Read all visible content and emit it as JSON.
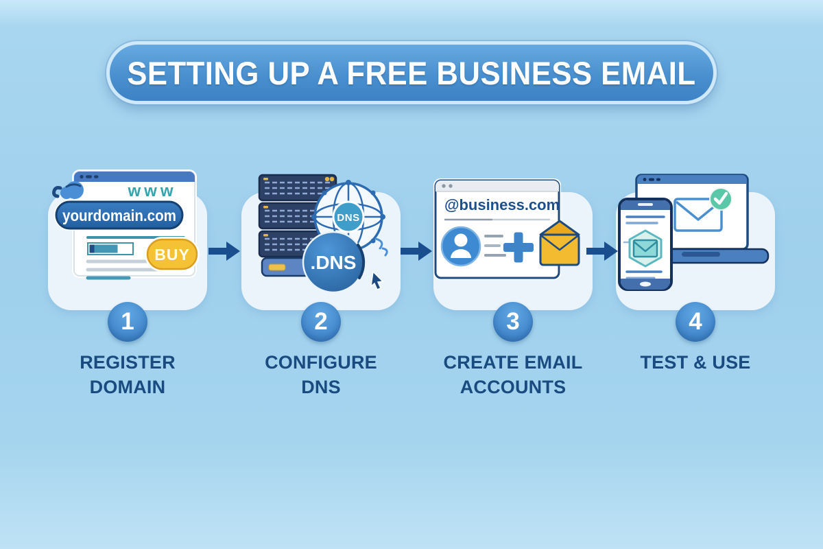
{
  "title": {
    "text": "SETTING UP A FREE BUSINESS EMAIL"
  },
  "colors": {
    "background": "#a2d3ee",
    "banner_blue": "#4a90cf",
    "banner_border": "#cfe9fa",
    "card": "#ecf4fb",
    "badge_blue": "#4287cb",
    "label_navy": "#1a4b80",
    "arrow_navy": "#1a4f8f",
    "teal": "#39a3ac",
    "buy_yellow": "#f5c235",
    "envelope_yellow": "#f2bb30",
    "check_green": "#5ac7a9",
    "server_navy": "#2d4166",
    "dns_blue": "#2f6fb4"
  },
  "steps": [
    {
      "number": "1",
      "label": "REGISTER\nDOMAIN",
      "art": {
        "www": "www",
        "domain": "yourdomain.com",
        "buy_label": "BUY"
      },
      "icons": [
        "browser-window-icon",
        "cursor-click-icon",
        "search-field-icon",
        "buy-button-pill"
      ]
    },
    {
      "number": "2",
      "label": "CONFIGURE\nDNS",
      "art": {
        "globe_badge": "DNS",
        "dns_ball": ".DNS"
      },
      "icons": [
        "server-stack-icon",
        "globe-icon",
        "dns-circle-icon",
        "cursor-arrow-icon"
      ]
    },
    {
      "number": "3",
      "label": "CREATE EMAIL\nACCOUNTS",
      "art": {
        "address": "@business.com"
      },
      "icons": [
        "browser-window-icon",
        "user-avatar-icon",
        "plus-icon",
        "envelope-icon"
      ]
    },
    {
      "number": "4",
      "label": "TEST & USE",
      "art": {},
      "icons": [
        "laptop-icon",
        "smartphone-icon",
        "envelope-check-icon",
        "hexagon-envelope-icon"
      ]
    }
  ]
}
